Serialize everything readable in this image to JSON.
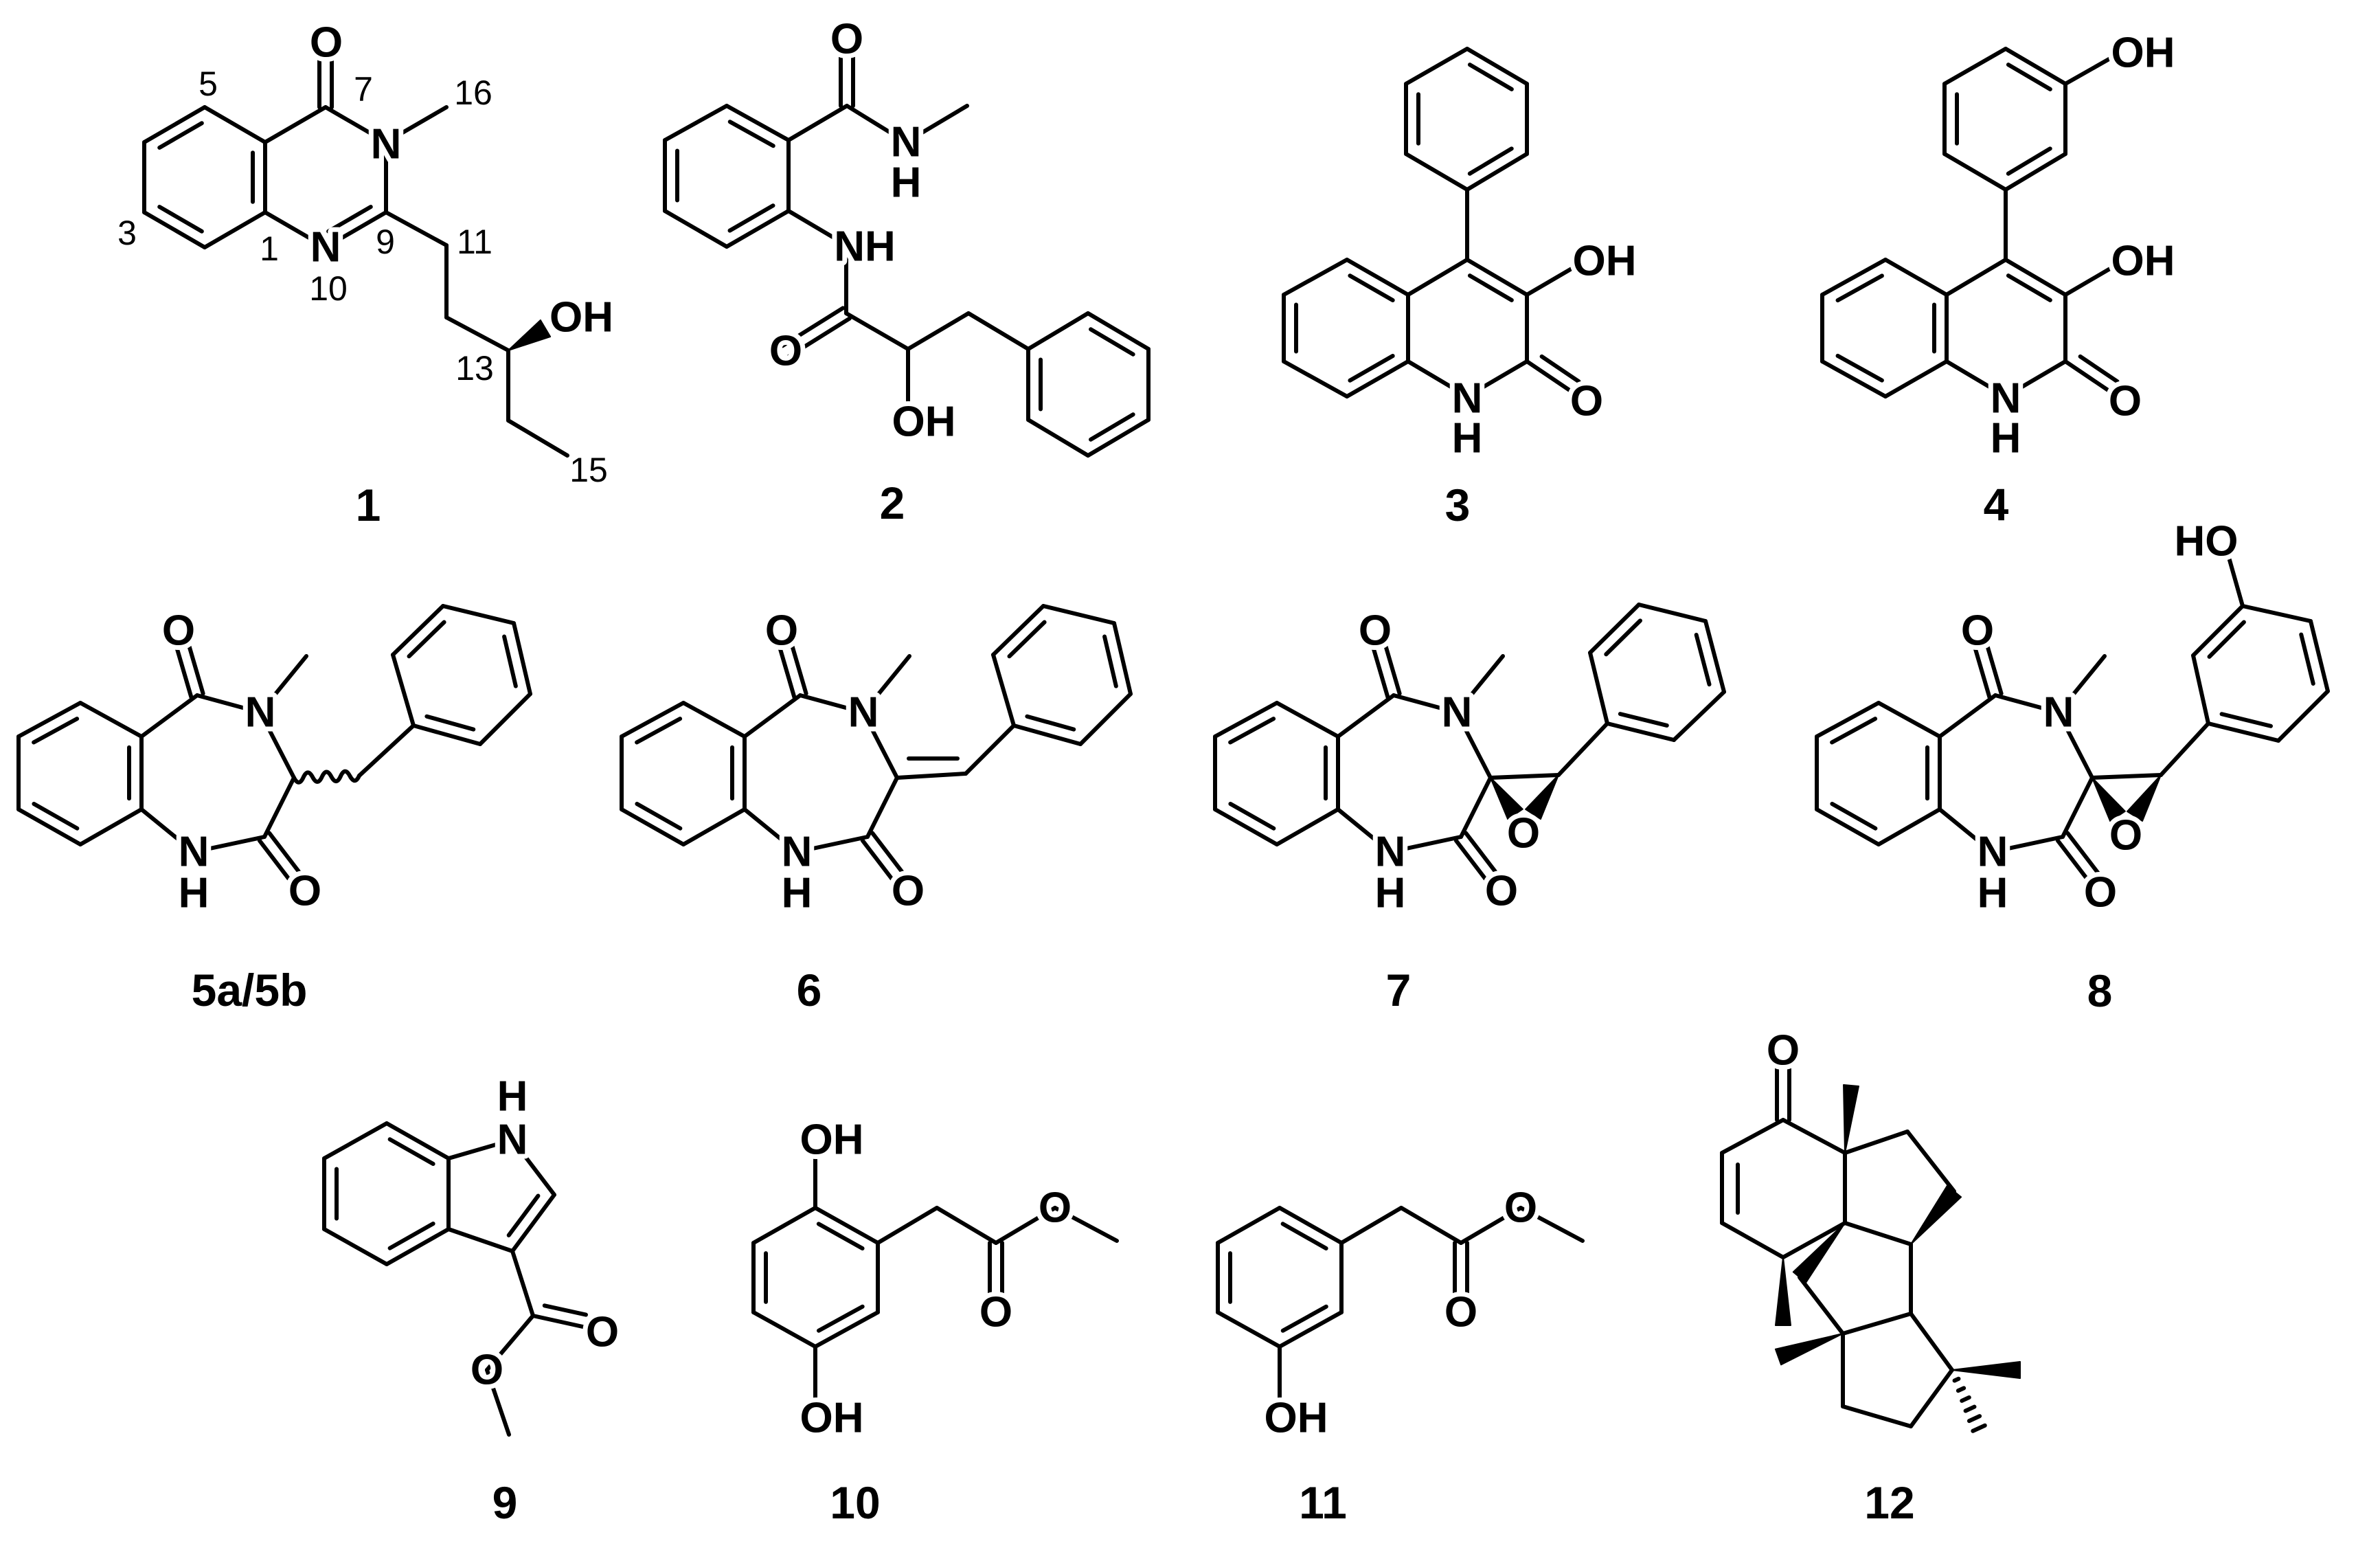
{
  "figure": {
    "compounds": [
      {
        "label": "1",
        "atoms": [
          "O",
          "N",
          "N",
          "OH"
        ],
        "locants": [
          "5",
          "7",
          "16",
          "3",
          "1",
          "9",
          "10",
          "11",
          "13",
          "15"
        ]
      },
      {
        "label": "2",
        "atoms": [
          "O",
          "N",
          "H",
          "NH",
          "O",
          "OH"
        ]
      },
      {
        "label": "3",
        "atoms": [
          "OH",
          "N",
          "H",
          "O"
        ]
      },
      {
        "label": "4",
        "atoms": [
          "OH",
          "OH",
          "N",
          "H",
          "O"
        ]
      },
      {
        "label": "5a/5b",
        "atoms": [
          "O",
          "N",
          "N",
          "H",
          "O"
        ]
      },
      {
        "label": "6",
        "atoms": [
          "O",
          "N",
          "N",
          "H",
          "O"
        ]
      },
      {
        "label": "7",
        "atoms": [
          "O",
          "N",
          "N",
          "H",
          "O",
          "O"
        ]
      },
      {
        "label": "8",
        "atoms": [
          "O",
          "N",
          "N",
          "H",
          "O",
          "O",
          "HO"
        ]
      },
      {
        "label": "9",
        "atoms": [
          "H",
          "N",
          "O",
          "O"
        ]
      },
      {
        "label": "10",
        "atoms": [
          "OH",
          "OH",
          "O",
          "O"
        ]
      },
      {
        "label": "11",
        "atoms": [
          "OH",
          "O",
          "O"
        ]
      },
      {
        "label": "12",
        "atoms": [
          "O"
        ]
      }
    ],
    "colors": {
      "ink": "#000000",
      "background": "#ffffff"
    }
  }
}
